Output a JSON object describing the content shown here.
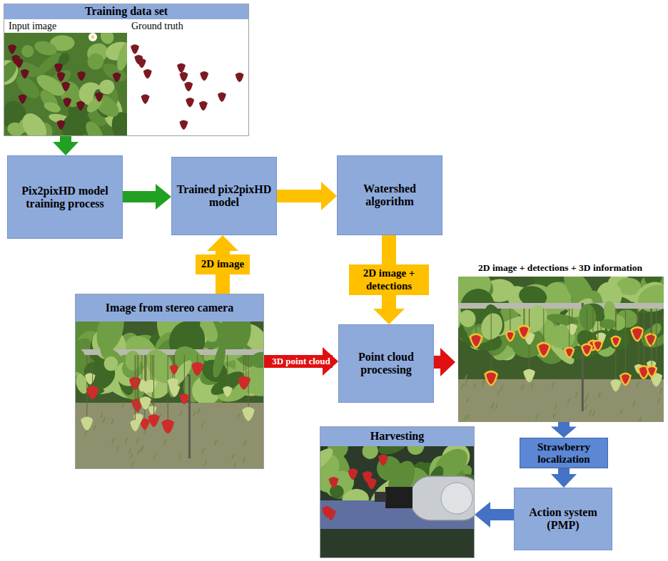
{
  "diagram": {
    "nodes": [
      {
        "text": [
          "Training data set",
          "Input image",
          "Ground truth"
        ]
      },
      {
        "text": [
          "Pix2pixHD model training process"
        ]
      },
      {
        "text": [
          "Trained pix2pixHD model"
        ]
      },
      {
        "text": [
          "Watershed algorithm"
        ]
      },
      {
        "text": [
          "Image from stereo camera"
        ]
      },
      {
        "text": [
          "Point cloud processing"
        ]
      },
      {
        "text": [
          "2D image + detections + 3D information"
        ]
      },
      {
        "text": [
          "Strawberry localization"
        ]
      },
      {
        "text": [
          "Action system (PMP)"
        ]
      },
      {
        "text": [
          "Harvesting"
        ]
      }
    ],
    "edges": [
      {
        "from": 0,
        "to": 1,
        "arrow": "to"
      },
      {
        "from": 1,
        "to": 2,
        "arrow": "to"
      },
      {
        "from": 2,
        "to": 3,
        "arrow": "to"
      },
      {
        "from": 4,
        "to": 2,
        "label": "2D image",
        "arrow": "to"
      },
      {
        "from": 3,
        "to": 5,
        "label": "2D image + detections",
        "arrow": "to"
      },
      {
        "from": 4,
        "to": 5,
        "label": "3D point cloud",
        "arrow": "to"
      },
      {
        "from": 5,
        "to": 6,
        "arrow": "to"
      },
      {
        "from": 6,
        "to": 7,
        "arrow": "to"
      },
      {
        "from": 7,
        "to": 8,
        "arrow": "to"
      },
      {
        "from": 8,
        "to": 9,
        "arrow": "to"
      }
    ]
  }
}
